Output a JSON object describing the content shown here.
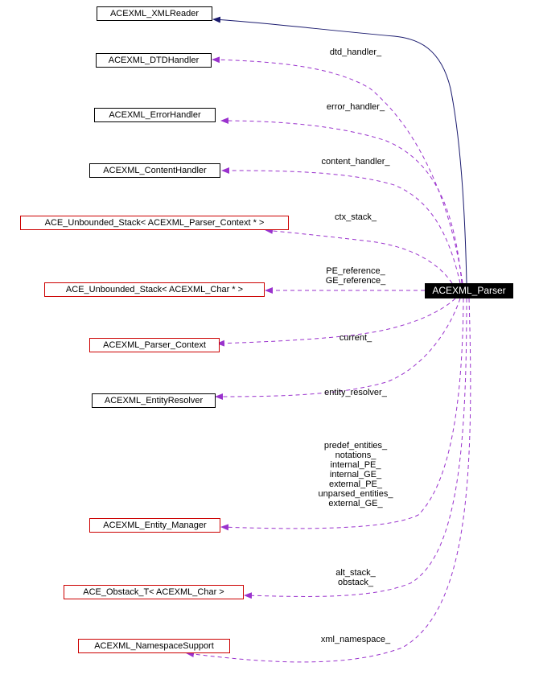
{
  "nodes": {
    "xmlreader": "ACEXML_XMLReader",
    "dtdhandler": "ACEXML_DTDHandler",
    "errorhandler": "ACEXML_ErrorHandler",
    "contenthandler": "ACEXML_ContentHandler",
    "ctxstack": "ACE_Unbounded_Stack< ACEXML_Parser_Context * >",
    "charstack": "ACE_Unbounded_Stack< ACEXML_Char * >",
    "parsercontext": "ACEXML_Parser_Context",
    "entityresolver": "ACEXML_EntityResolver",
    "entitymanager": "ACEXML_Entity_Manager",
    "obstack": "ACE_Obstack_T< ACEXML_Char >",
    "namespacesupport": "ACEXML_NamespaceSupport",
    "parser": "ACEXML_Parser"
  },
  "edges": {
    "dtd": [
      "dtd_handler_"
    ],
    "error": [
      "error_handler_"
    ],
    "content": [
      "content_handler_"
    ],
    "ctx": [
      "ctx_stack_"
    ],
    "ref": [
      "PE_reference_",
      "GE_reference_"
    ],
    "current": [
      "current_"
    ],
    "resolver": [
      "entity_resolver_"
    ],
    "entities": [
      "predef_entities_",
      "notations_",
      "internal_PE_",
      "internal_GE_",
      "external_PE_",
      "unparsed_entities_",
      "external_GE_"
    ],
    "stack": [
      "alt_stack_",
      "obstack_"
    ],
    "ns": [
      "xml_namespace_"
    ]
  },
  "colors": {
    "inherit": "#1a1a6e",
    "usage": "#9a32cd",
    "template_border": "#cc0000"
  }
}
